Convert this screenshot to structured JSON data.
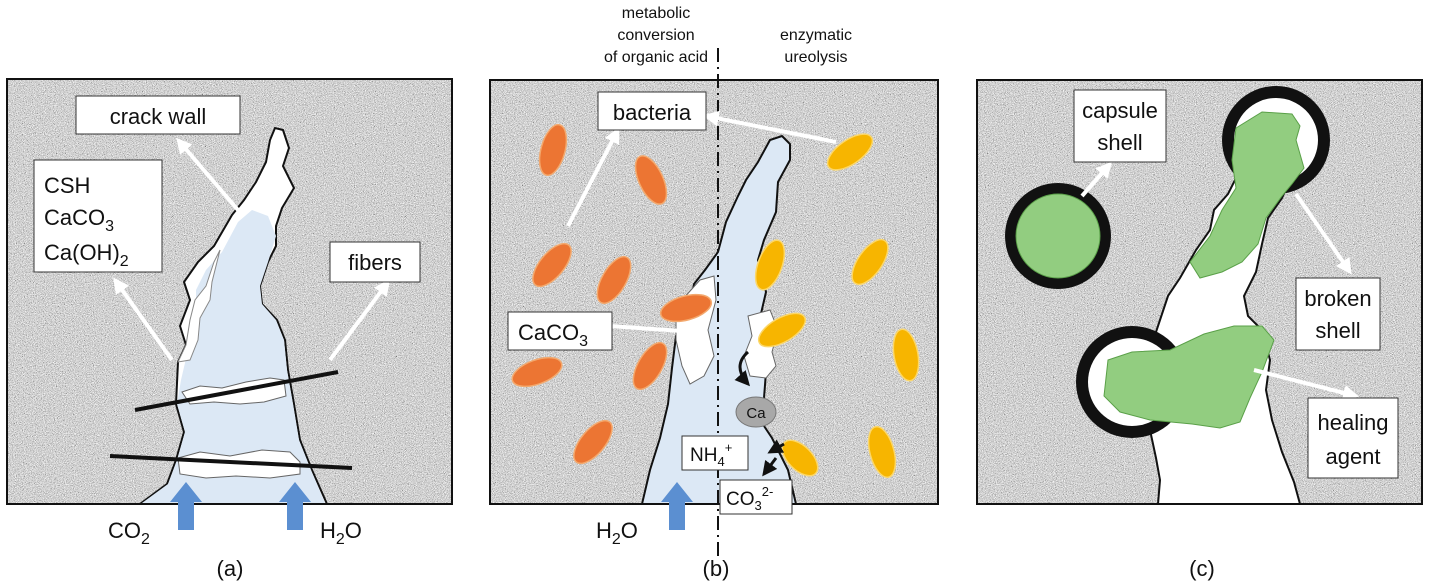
{
  "panel_a": {
    "crack_wall": "crack wall",
    "products": [
      "CSH",
      "CaCO",
      "Ca(OH)"
    ],
    "products_sub": [
      "",
      "3",
      "2"
    ],
    "fibers": "fibers",
    "co2": "CO",
    "co2_sub": "2",
    "h2o": "H",
    "h2o_sub": "2",
    "h2o_tail": "O",
    "caption": "(a)"
  },
  "panel_b": {
    "left_header": [
      "metabolic",
      "conversion",
      "of organic acid"
    ],
    "right_header": [
      "enzymatic",
      "ureolysis"
    ],
    "bacteria": "bacteria",
    "caco3": "CaCO",
    "caco3_sub": "3",
    "ca": "Ca",
    "nh4": "NH",
    "nh4_sub": "4",
    "nh4_sup": "+",
    "co3": "CO",
    "co3_sub": "3",
    "co3_sup": "2-",
    "h2o": "H",
    "h2o_sub": "2",
    "h2o_tail": "O",
    "caption": "(b)"
  },
  "panel_c": {
    "capsule_shell": [
      "capsule",
      "shell"
    ],
    "broken_shell": [
      "broken",
      "shell"
    ],
    "healing_agent": [
      "healing",
      "agent"
    ],
    "caption": "(c)"
  },
  "colors": {
    "concrete": "#9a9a9a",
    "crack_fill": "#dce8f5",
    "orange_bacteria": "#ec7533",
    "yellow_bacteria": "#f7b500",
    "healing_agent": "#92cd80",
    "water_arrow": "#5b8fd1"
  }
}
